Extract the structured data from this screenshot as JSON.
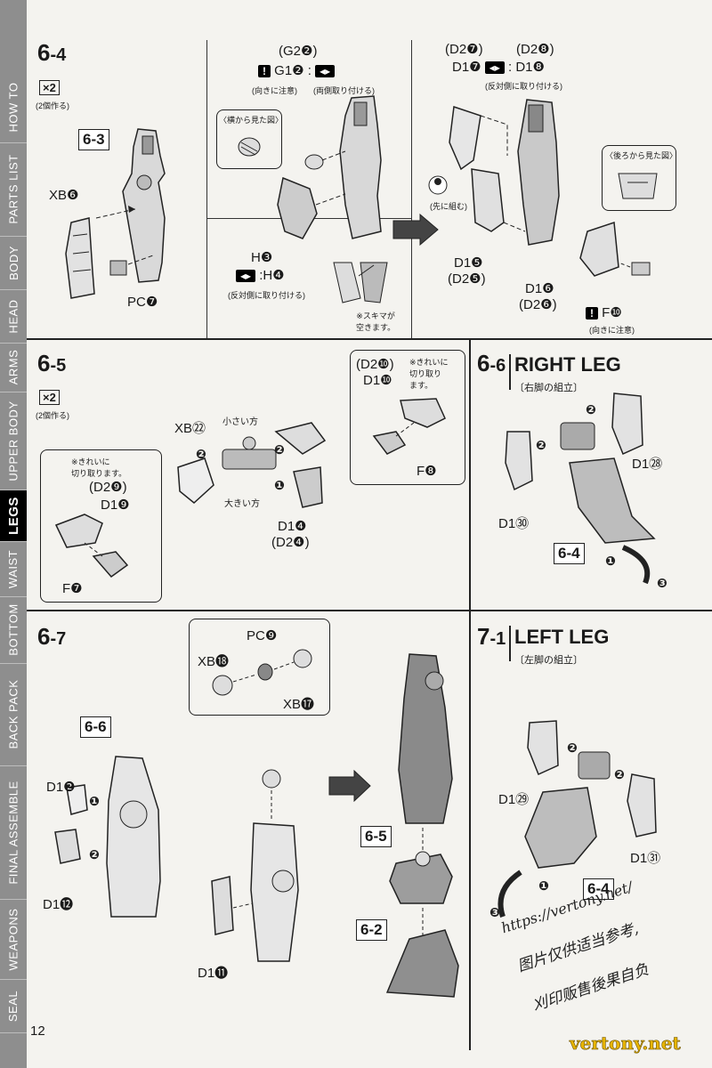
{
  "sidebar": {
    "tabs": [
      "SEAL",
      "WEAPONS",
      "FINAL ASSEMBLE",
      "BACK PACK",
      "BOTTOM",
      "WAIST",
      "LEGS",
      "UPPER BODY",
      "ARMS",
      "HEAD",
      "BODY",
      "PARTS LIST",
      "HOW TO"
    ],
    "active": "LEGS"
  },
  "steps": {
    "s64": {
      "no": "6",
      "sub": "-4",
      "x2": "×2",
      "x2_note": "(2個作る)",
      "ref": "6-3",
      "xb": "XB❻",
      "pc": "PC❼",
      "g2": "(G2❷)",
      "g1": "G1❷ :",
      "g1_note_l": "(向きに注意)",
      "g1_note_r": "(両側取り付ける)",
      "side_view": "〈横から見た図〉",
      "h3": "H❸",
      "h4": ":H❹",
      "h4_note": "(反対側に取り付ける)",
      "gap_note": "※スキマが\n空きます。",
      "d27": "(D2❼)",
      "d28": "(D2❽)",
      "d17": "D1❼",
      "d18": ": D1❽",
      "d17_note": "(反対側に取り付ける)",
      "pre_assemble": "(先に組む)",
      "back_view": "〈後ろから見た図〉",
      "d15": "D1❺",
      "d25": "(D2❺)",
      "d16": "D1❻",
      "d26": "(D2❻)",
      "f10": "F❿",
      "f10_note": "(向きに注意)"
    },
    "s65": {
      "no": "6",
      "sub": "-5",
      "x2": "×2",
      "x2_note": "(2個作る)",
      "xb22": "XB㉒",
      "small": "小さい方",
      "large": "大きい方",
      "d14": "D1❹",
      "d24": "(D2❹)",
      "clean_note": "※きれいに\n切り取ります。",
      "d29": "(D2❾)",
      "d19": "D1❾",
      "f7": "F❼",
      "d210": "(D2❿)",
      "d110": "D1❿",
      "clean_note2": "※きれいに\n切り取り\nます。",
      "f8": "F❽"
    },
    "s66": {
      "no": "6",
      "sub": "-6",
      "title": "RIGHT LEG",
      "subtitle": "〔右脚の組立〕",
      "d128": "D1㉘",
      "d130": "D1㉚",
      "ref": "6-4"
    },
    "s67": {
      "no": "6",
      "sub": "-7",
      "ref": "6-6",
      "d12": "D1❷",
      "d112": "D1⓬",
      "d111": "D1⓫",
      "pc9": "PC❾",
      "xb18": "XB⓲",
      "xb17": "XB⓱",
      "ref65": "6-5",
      "ref62": "6-2"
    },
    "s71": {
      "no": "7",
      "sub": "-1",
      "title": "LEFT LEG",
      "subtitle": "〔左脚の組立〕",
      "d129": "D1㉙",
      "d131": "D1㉛",
      "ref": "6-4"
    }
  },
  "page_number": "12",
  "watermark": {
    "url": "https://vertony.net/",
    "line1": "图片仅供适当参考,",
    "line2": "刈印贩售後果自负",
    "site": "vertony.net"
  }
}
